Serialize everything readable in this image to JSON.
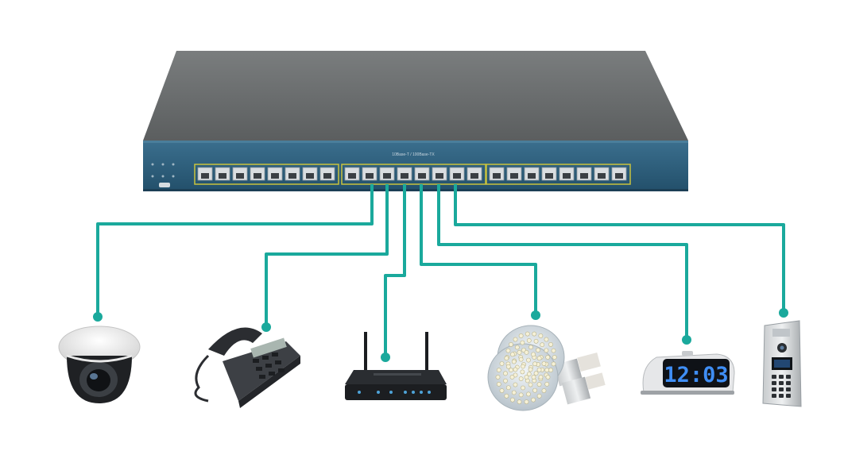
{
  "switch": {
    "front_label": "10Base-T / 100Base-TX",
    "port_groups": 3,
    "ports_per_group": 8
  },
  "devices": [
    {
      "name": "security-camera",
      "icon": "dome-camera-icon"
    },
    {
      "name": "ip-phone",
      "icon": "desk-phone-icon"
    },
    {
      "name": "wireless-router",
      "icon": "router-icon"
    },
    {
      "name": "led-bulbs",
      "icon": "led-bulb-icon"
    },
    {
      "name": "alarm-clock",
      "icon": "alarm-clock-icon"
    },
    {
      "name": "door-intercom",
      "icon": "intercom-icon"
    }
  ],
  "clock": {
    "time": "12:03"
  },
  "colors": {
    "cable": "#1aa99c",
    "switch_top": "#6a6d6e",
    "switch_front": "#2e5f7c",
    "port_border": "#c9c33d"
  }
}
